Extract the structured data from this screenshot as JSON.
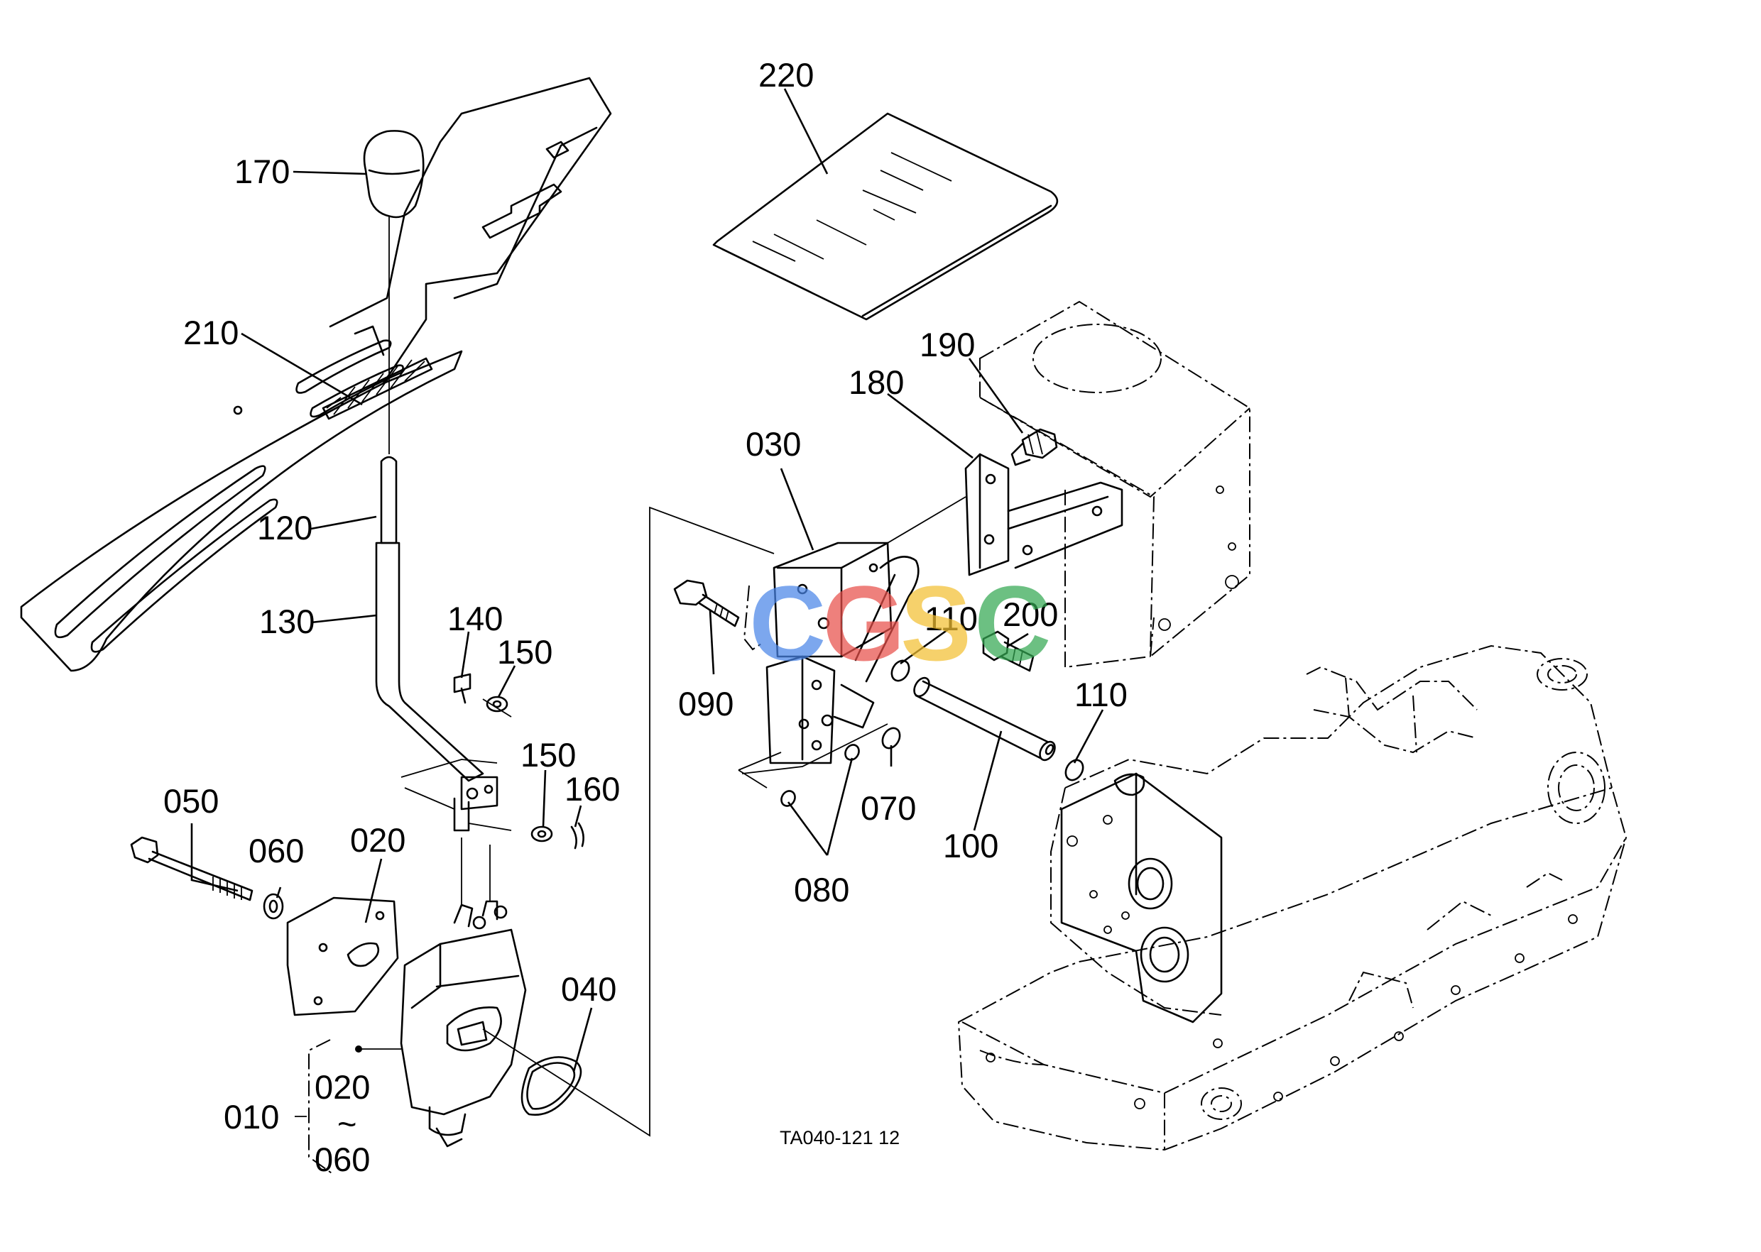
{
  "diagram": {
    "drawing_code": "TA040-121  12",
    "labels": {
      "p220": "220",
      "p170": "170",
      "p210": "210",
      "p190": "190",
      "p180": "180",
      "p030": "030",
      "p120": "120",
      "p130": "130",
      "p140": "140",
      "p150a": "150",
      "p150b": "150",
      "p160": "160",
      "p110a": "110",
      "p200": "200",
      "p110b": "110",
      "p090": "090",
      "p070": "070",
      "p100": "100",
      "p080": "080",
      "p050": "050",
      "p060": "060",
      "p020": "020",
      "p040": "040",
      "p010": "010",
      "p020r": "020",
      "tilde": "~",
      "p060r": "060"
    },
    "watermark": {
      "letters": [
        "C",
        "G",
        "S",
        "C"
      ],
      "colors": [
        "#4a86e8",
        "#e8504a",
        "#f3c033",
        "#34a853"
      ]
    }
  }
}
